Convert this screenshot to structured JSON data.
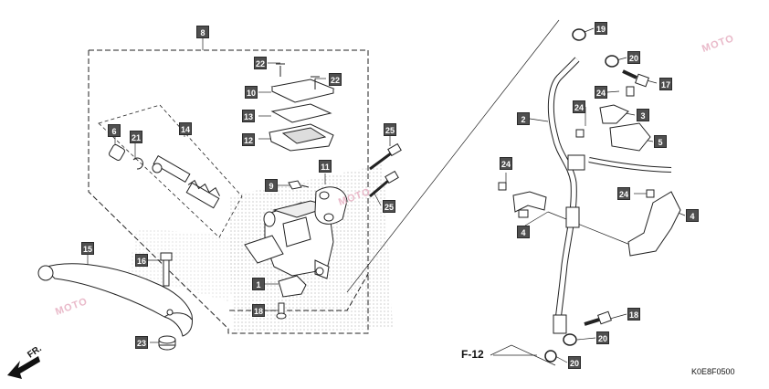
{
  "callouts": [
    "1",
    "2",
    "3",
    "4",
    "5",
    "6",
    "8",
    "9",
    "10",
    "11",
    "12",
    "13",
    "14",
    "15",
    "16",
    "17",
    "18",
    "18",
    "19",
    "20",
    "20",
    "20",
    "20",
    "21",
    "22",
    "22",
    "23",
    "24",
    "24",
    "24",
    "24",
    "25",
    "25"
  ],
  "reference_label": "F-12",
  "diagram_code": "K0E8F0500",
  "direction_label": "FR.",
  "watermark": "MOTO"
}
